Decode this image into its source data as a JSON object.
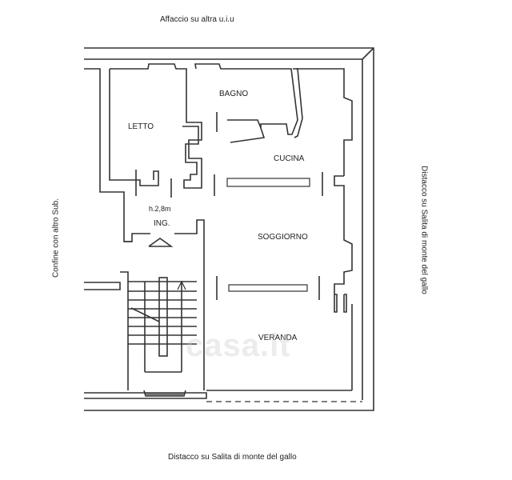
{
  "title": "Floor plan",
  "annotations": {
    "top": "Affaccio su altra u.i.u",
    "left": "Confine con altro Sub.",
    "right": "Distacco su Salita di monte del gallo",
    "bottom": "Distacco su Salita di monte del gallo"
  },
  "rooms": {
    "letto": "LETTO",
    "bagno": "BAGNO",
    "cucina": "CUCINA",
    "soggiorno": "SOGGIORNO",
    "veranda": "VERANDA",
    "ingresso": "ING."
  },
  "ceiling_height": "h.2,8m",
  "watermark": "casa.it",
  "colors": {
    "line": "#333333",
    "background": "#ffffff"
  }
}
